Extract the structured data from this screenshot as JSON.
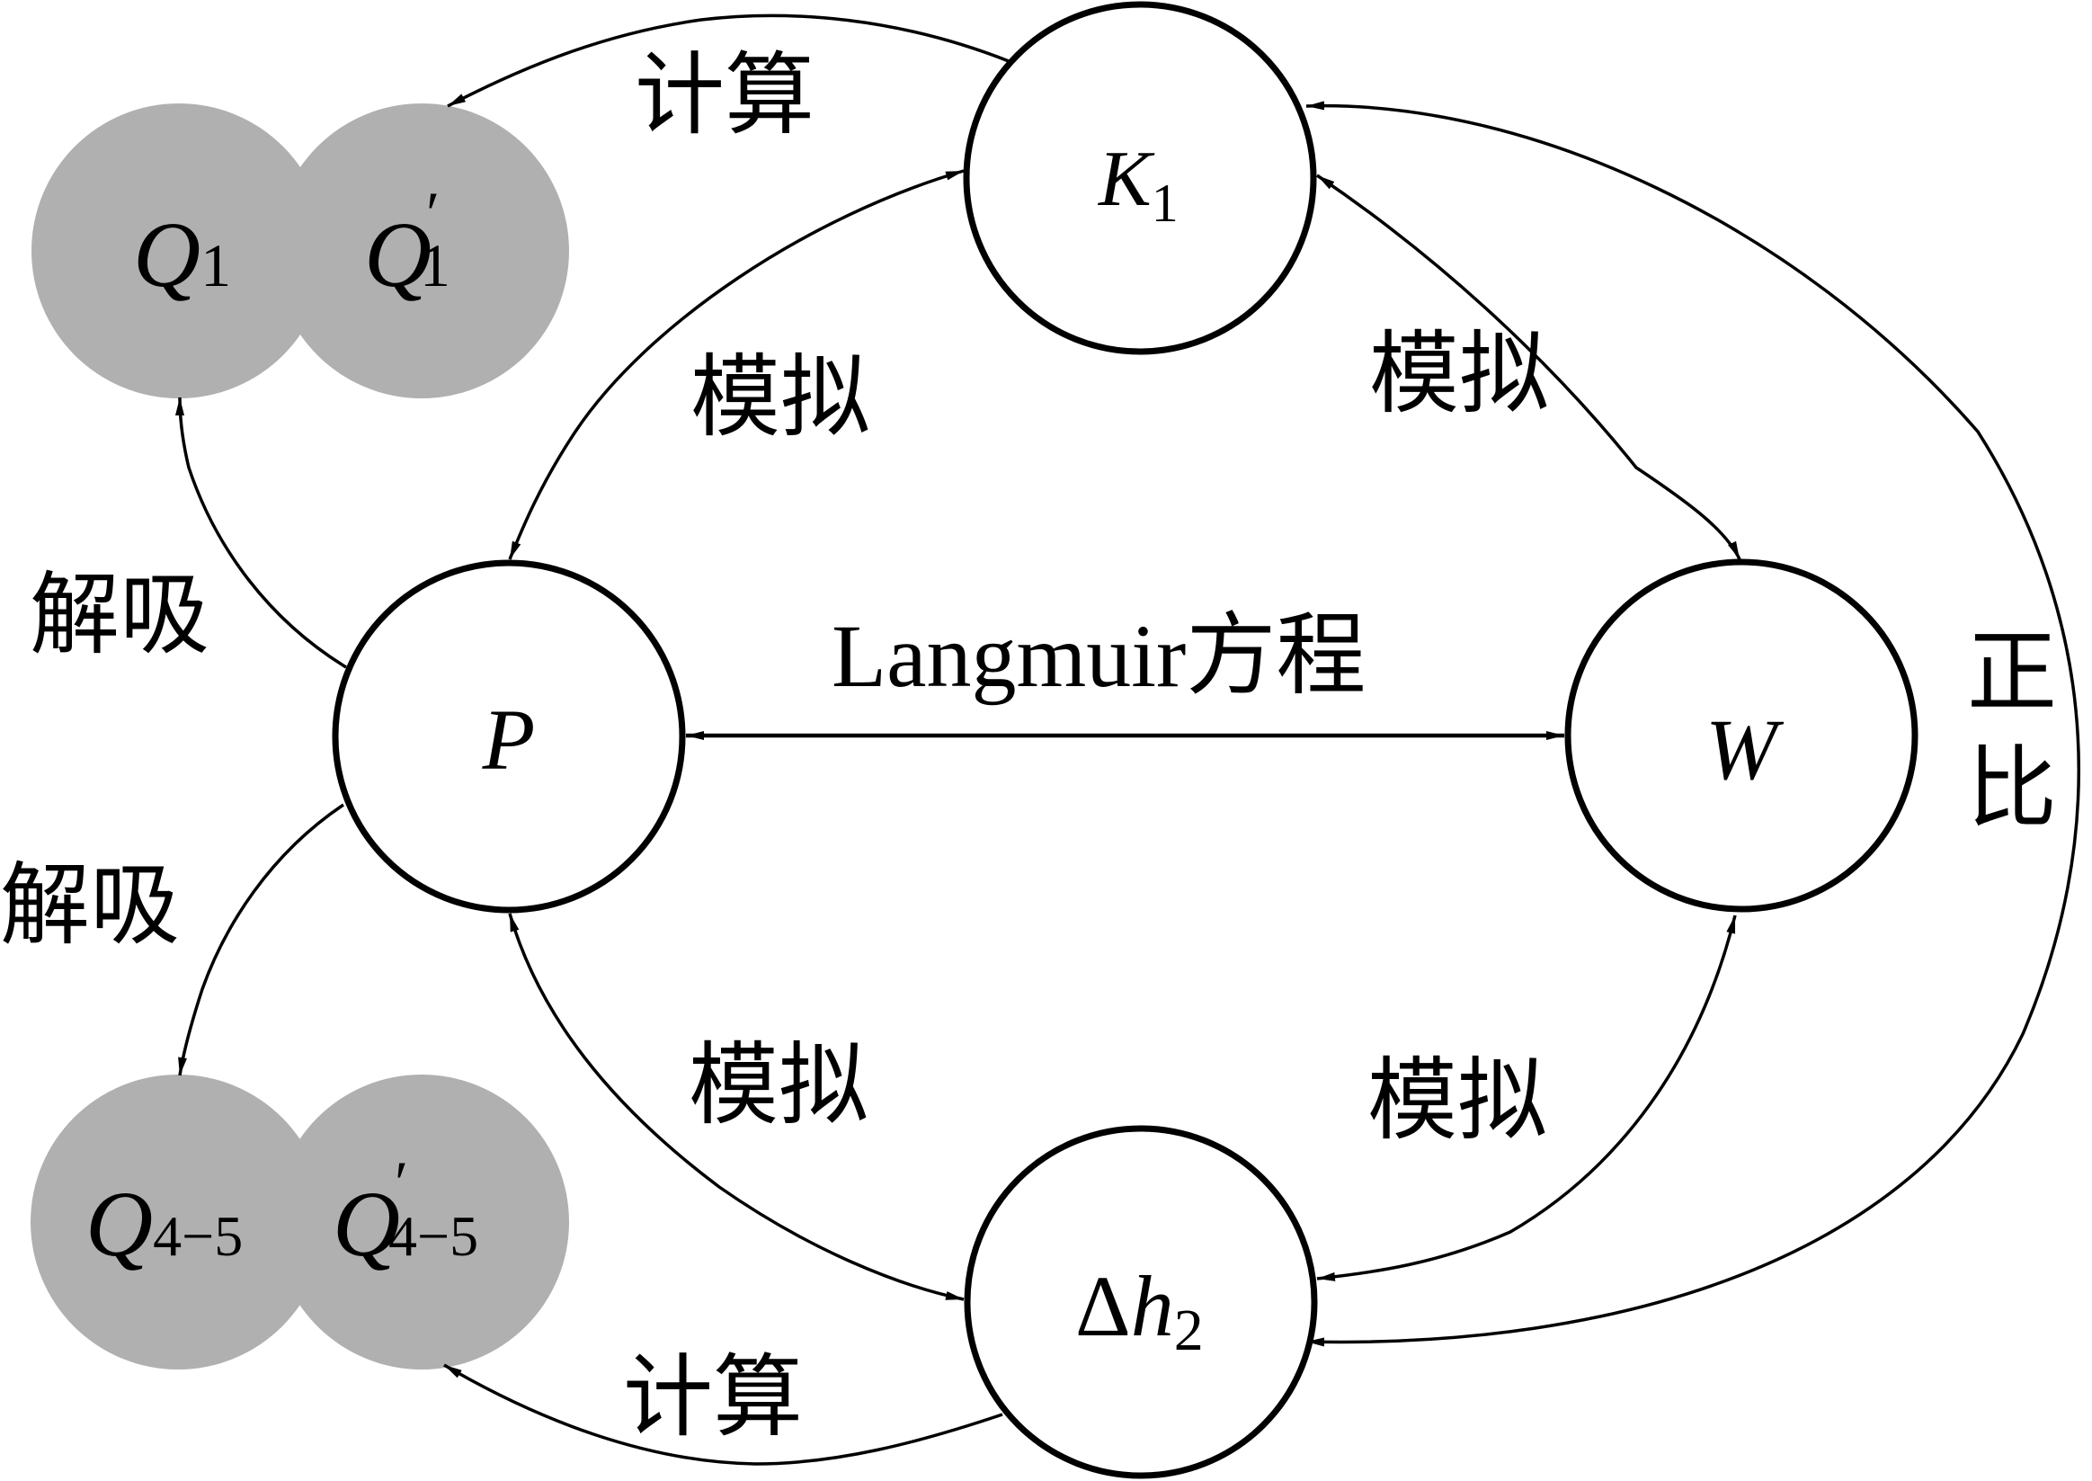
{
  "diagram": {
    "colors": {
      "stroke": "#000000",
      "background": "#ffffff",
      "output_fill": "#b0b0b0"
    },
    "nodes": {
      "k1": {
        "main": "K",
        "sub": "1"
      },
      "p": {
        "main": "P"
      },
      "w": {
        "main": "W"
      },
      "dh2": {
        "delta": "Δ",
        "main": "h",
        "sub": "2"
      },
      "q1": {
        "main": "Q",
        "sub": "1"
      },
      "q1_prime": {
        "main": "Q",
        "prime": "′",
        "sub": "1"
      },
      "q45": {
        "main": "Q",
        "sub": "4−5"
      },
      "q45_prime": {
        "main": "Q",
        "prime": "′",
        "sub": "4−5"
      }
    },
    "edge_labels": {
      "k1_to_q1": "计算",
      "dh2_to_q45": "计算",
      "k1_p": "模拟",
      "k1_w": "模拟",
      "p_dh2": "模拟",
      "w_dh2": "模拟",
      "p_w": "Langmuir方程",
      "p_to_q1": "解吸",
      "p_to_q45": "解吸",
      "k1_dh2_top": "正",
      "k1_dh2_bottom": "比"
    },
    "edges": [
      {
        "from": "K1",
        "to": "Q1′",
        "label": "计算",
        "direction": "one-way"
      },
      {
        "from": "Δh2",
        "to": "Q4−5′",
        "label": "计算",
        "direction": "one-way"
      },
      {
        "from": "P",
        "to": "Q1",
        "label": "解吸",
        "direction": "one-way"
      },
      {
        "from": "P",
        "to": "Q4−5",
        "label": "解吸",
        "direction": "one-way"
      },
      {
        "from": "K1",
        "to": "P",
        "label": "模拟",
        "direction": "two-way"
      },
      {
        "from": "K1",
        "to": "W",
        "label": "模拟",
        "direction": "two-way"
      },
      {
        "from": "P",
        "to": "Δh2",
        "label": "模拟",
        "direction": "two-way"
      },
      {
        "from": "W",
        "to": "Δh2",
        "label": "模拟",
        "direction": "two-way"
      },
      {
        "from": "P",
        "to": "W",
        "label": "Langmuir方程",
        "direction": "two-way"
      },
      {
        "from": "K1",
        "to": "Δh2",
        "label": "正比",
        "direction": "two-way"
      }
    ]
  }
}
